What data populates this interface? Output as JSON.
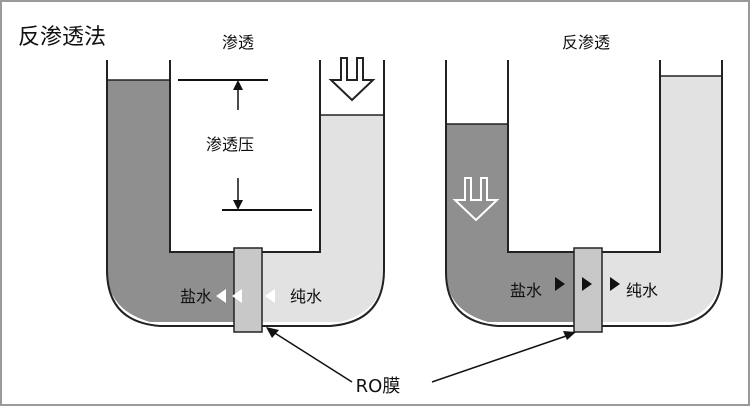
{
  "title": "反渗透法",
  "left_panel": {
    "header": "渗透",
    "pressure_label": "渗透压",
    "salt_label": "盐水",
    "pure_label": "纯水"
  },
  "right_panel": {
    "header": "反渗透",
    "salt_label": "盐水",
    "pure_label": "纯水"
  },
  "membrane_label": "RO膜",
  "colors": {
    "salt_water": "#8f8f8f",
    "pure_water": "#e2e2e2",
    "membrane": "#c8c8c8",
    "outline": "#222222"
  }
}
